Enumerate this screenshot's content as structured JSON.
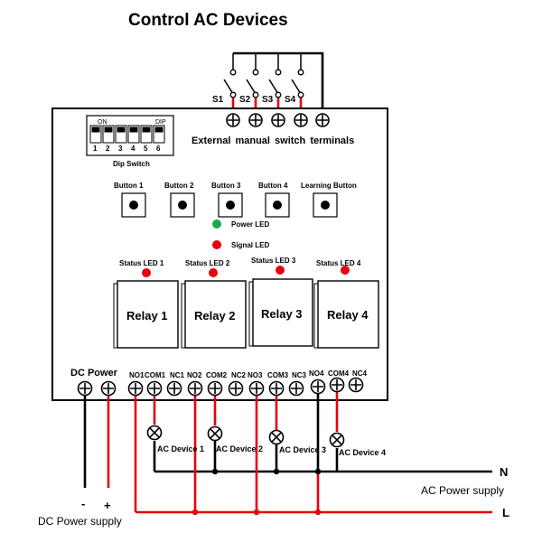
{
  "title": "Control AC Devices",
  "switches": [
    "S1",
    "S2",
    "S3",
    "S4"
  ],
  "external_terminals_label": "External manual switch terminals",
  "dip": {
    "on_label": "ON",
    "brand": "DIP",
    "numbers": [
      "1",
      "2",
      "3",
      "4",
      "5",
      "6"
    ],
    "label": "Dip Switch"
  },
  "buttons": [
    "Button 1",
    "Button 2",
    "Button 3",
    "Button 4",
    "Learning Button"
  ],
  "power_led": "Power LED",
  "signal_led": "Signal LED",
  "status_leds": [
    "Status LED 1",
    "Status LED 2",
    "Status LED 3",
    "Status LED 4"
  ],
  "relays": [
    "Relay 1",
    "Relay 2",
    "Relay 3",
    "Relay 4"
  ],
  "dc_power_label": "DC Power",
  "terminals": [
    "NO1",
    "COM1",
    "NC1",
    "NO2",
    "COM2",
    "NC2",
    "NO3",
    "COM3",
    "NC3",
    "NO4",
    "COM4",
    "NC4"
  ],
  "ac_devices": [
    "AC Device 1",
    "AC Device 2",
    "AC Device 3",
    "AC Device 4"
  ],
  "neutral_label": "N",
  "line_label": "L",
  "ac_supply_label": "AC Power supply",
  "dc_minus": "-",
  "dc_plus": "+",
  "dc_supply_label": "DC Power supply",
  "colors": {
    "wire_red": "#e8000b",
    "led_green": "#1ca84a",
    "led_red": "#e8000b"
  }
}
